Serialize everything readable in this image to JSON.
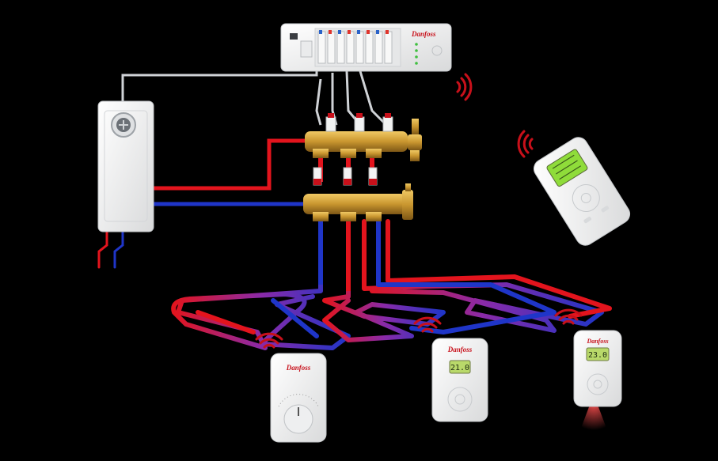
{
  "brand": "Danfoss",
  "colors": {
    "background": "#000000",
    "hot_pipe": "#e3141d",
    "cold_pipe": "#1f35c8",
    "brass": "#c9962f",
    "device_white": "#f1f2f2",
    "lcd_green": "#8fdc3a",
    "signal_red": "#c8101a"
  },
  "room_thermostats": [
    {
      "display": ""
    },
    {
      "display": "21.0"
    },
    {
      "display": "23.0"
    }
  ],
  "remote_display": "",
  "icons": [
    "pump-icon",
    "wireless-signal-icon",
    "dial-icon",
    "keypad-icon",
    "valve-actuator-icon"
  ]
}
